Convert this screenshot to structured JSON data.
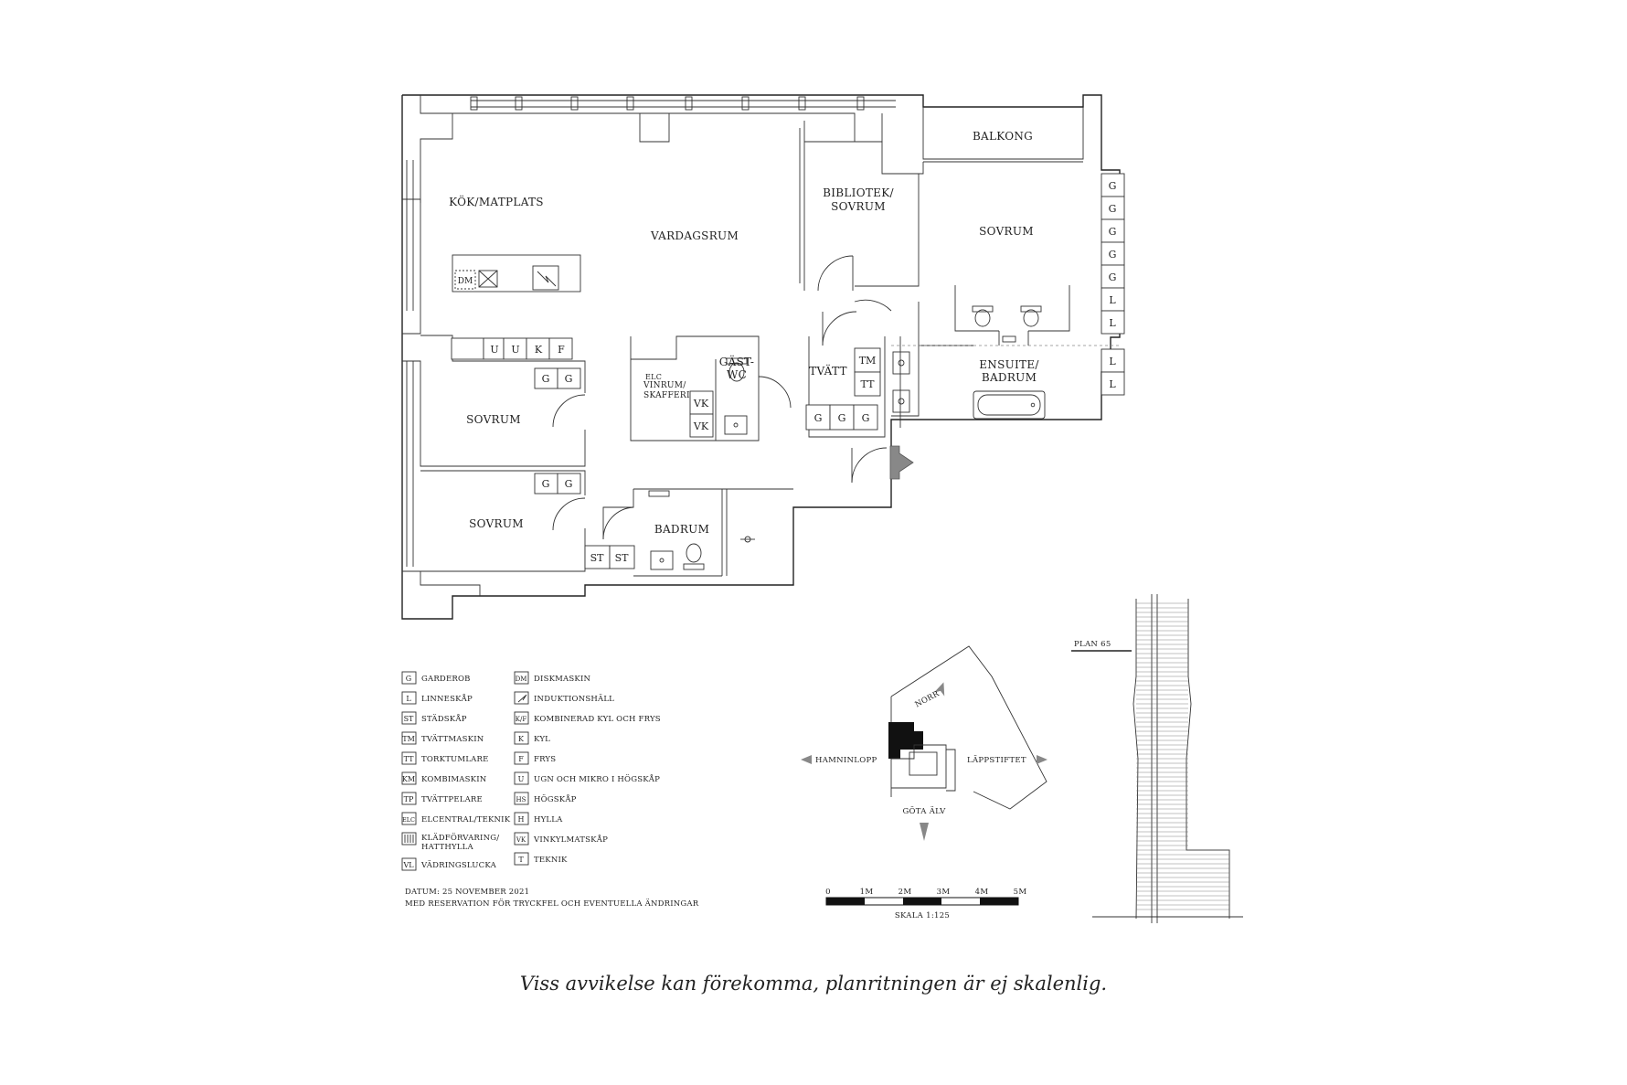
{
  "rooms": {
    "kok": "KÖK/MATPLATS",
    "vardagsrum": "VARDAGSRUM",
    "bibliotek_1": "BIBLIOTEK/",
    "bibliotek_2": "SOVRUM",
    "balkong": "BALKONG",
    "sovrum_main": "SOVRUM",
    "sovrum_1": "SOVRUM",
    "sovrum_2": "SOVRUM",
    "vinrum_1": "VINRUM/",
    "vinrum_2": "SKAFFERI",
    "gastwc_1": "GÄST-",
    "gastwc_2": "WC",
    "tvatt": "TVÄTT",
    "ensuite_1": "ENSUITE/",
    "ensuite_2": "BADRUM",
    "badrum": "BADRUM"
  },
  "codes": {
    "G": "G",
    "L": "L",
    "U": "U",
    "K": "K",
    "F": "F",
    "VK": "VK",
    "TM": "TM",
    "TT": "TT",
    "ST": "ST",
    "DM": "DM",
    "ELC": "ELC"
  },
  "legend_left": [
    {
      "key": "G",
      "label": "GARDEROB"
    },
    {
      "key": "L",
      "label": "LINNESKÅP"
    },
    {
      "key": "ST",
      "label": "STÄDSKÅP"
    },
    {
      "key": "TM",
      "label": "TVÄTTMASKIN"
    },
    {
      "key": "TT",
      "label": "TORKTUMLARE"
    },
    {
      "key": "KM",
      "label": "KOMBIMASKIN"
    },
    {
      "key": "TP",
      "label": "TVÄTTPELARE"
    },
    {
      "key": "ELC",
      "label": "ELCENTRAL/TEKNIK"
    },
    {
      "key": "",
      "label": "KLÄDFÖRVARING/"
    },
    {
      "key": "VL",
      "label": "VÄDRINGSLUCKA"
    }
  ],
  "legend_left_extra": "HATTHYLLA",
  "legend_right": [
    {
      "key": "DM",
      "label": "DISKMASKIN"
    },
    {
      "key": "",
      "label": "INDUKTIONSHÄLL"
    },
    {
      "key": "K/F",
      "label": "KOMBINERAD KYL OCH FRYS"
    },
    {
      "key": "K",
      "label": "KYL"
    },
    {
      "key": "F",
      "label": "FRYS"
    },
    {
      "key": "U",
      "label": "UGN OCH MIKRO I HÖGSKÅP"
    },
    {
      "key": "HS",
      "label": "HÖGSKÅP"
    },
    {
      "key": "H",
      "label": "HYLLA"
    },
    {
      "key": "VK",
      "label": "VINKYLMATSKÅP"
    },
    {
      "key": "T",
      "label": "TEKNIK"
    }
  ],
  "footer": {
    "date": "DATUM: 25 NOVEMBER 2021",
    "reservation": "MED RESERVATION FÖR TRYCKFEL OCH EVENTUELLA ÄNDRINGAR"
  },
  "site_map": {
    "north": "NORR",
    "west": "HAMNINLOPP",
    "east": "LÄPPSTIFTET",
    "south": "GÖTA ÄLV"
  },
  "scale": {
    "ticks": [
      "0",
      "1M",
      "2M",
      "3M",
      "4M",
      "5M"
    ],
    "label": "SKALA 1:125"
  },
  "plan_label": "PLAN 65",
  "caption": "Viss avvikelse kan förekomma, planritningen är ej skalenlig."
}
